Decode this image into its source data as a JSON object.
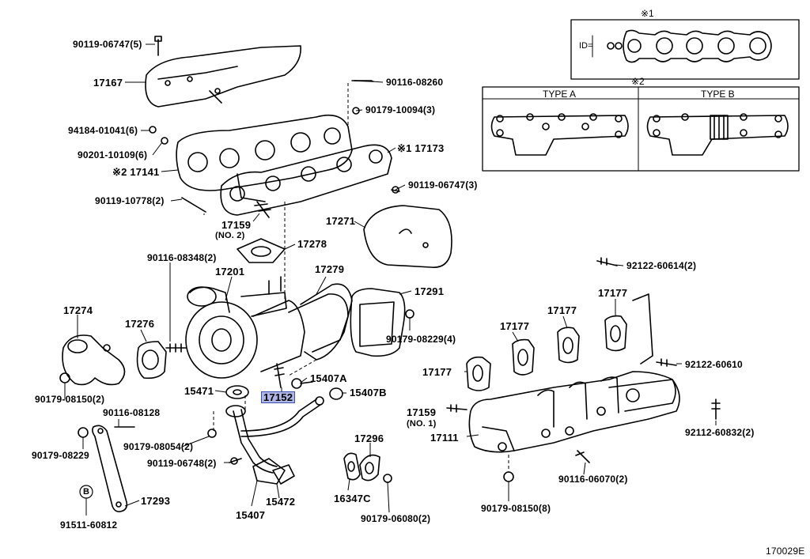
{
  "diagram_id": "170029E",
  "note_1": "※1",
  "note_2": "※2",
  "inset_id_label": "ID=",
  "type_a": "TYPE A",
  "type_b": "TYPE B",
  "parts": {
    "p90119_06747_5": "90119-06747(5)",
    "p17167": "17167",
    "p90116_08260": "90116-08260",
    "p90179_10094_3": "90179-10094(3)",
    "p94184_01041_6": "94184-01041(6)",
    "p90201_10109_6": "90201-10109(6)",
    "p17173": "※1 17173",
    "p17141": "※2 17141",
    "p90119_06747_3": "90119-06747(3)",
    "p90119_10778_2": "90119-10778(2)",
    "p17271": "17271",
    "p17159_no2": "17159",
    "no2": "(NO. 2)",
    "p17278": "17278",
    "p92122_60614_2": "92122-60614(2)",
    "p90116_08348_2": "90116-08348(2)",
    "p17201": "17201",
    "p17279": "17279",
    "p17291": "17291",
    "p17177_a": "17177",
    "p17274": "17274",
    "p17276": "17276",
    "p90179_08229_4": "90179-08229(4)",
    "p17177_b": "17177",
    "p17177_c": "17177",
    "p17177_d": "17177",
    "p92122_60610": "92122-60610",
    "p15407A": "15407A",
    "p15471": "15471",
    "p17152": "17152",
    "p15407B": "15407B",
    "p90179_08150_2": "90179-08150(2)",
    "p90116_08128": "90116-08128",
    "p17159_no1": "17159",
    "no1": "(NO. 1)",
    "p17111": "17111",
    "p92112_60832_2": "92112-60832(2)",
    "p90179_08054_2": "90179-08054(2)",
    "p90179_08229": "90179-08229",
    "p17296": "17296",
    "p90119_06748_2": "90119-06748(2)",
    "p90116_06070_2": "90116-06070(2)",
    "p17293": "17293",
    "p15472": "15472",
    "p16347C": "16347C",
    "p15407": "15407",
    "p90179_08150_8": "90179-08150(8)",
    "pB": "B",
    "p91511_60812": "91511-60812",
    "p90179_06080_2": "90179-06080(2)"
  }
}
